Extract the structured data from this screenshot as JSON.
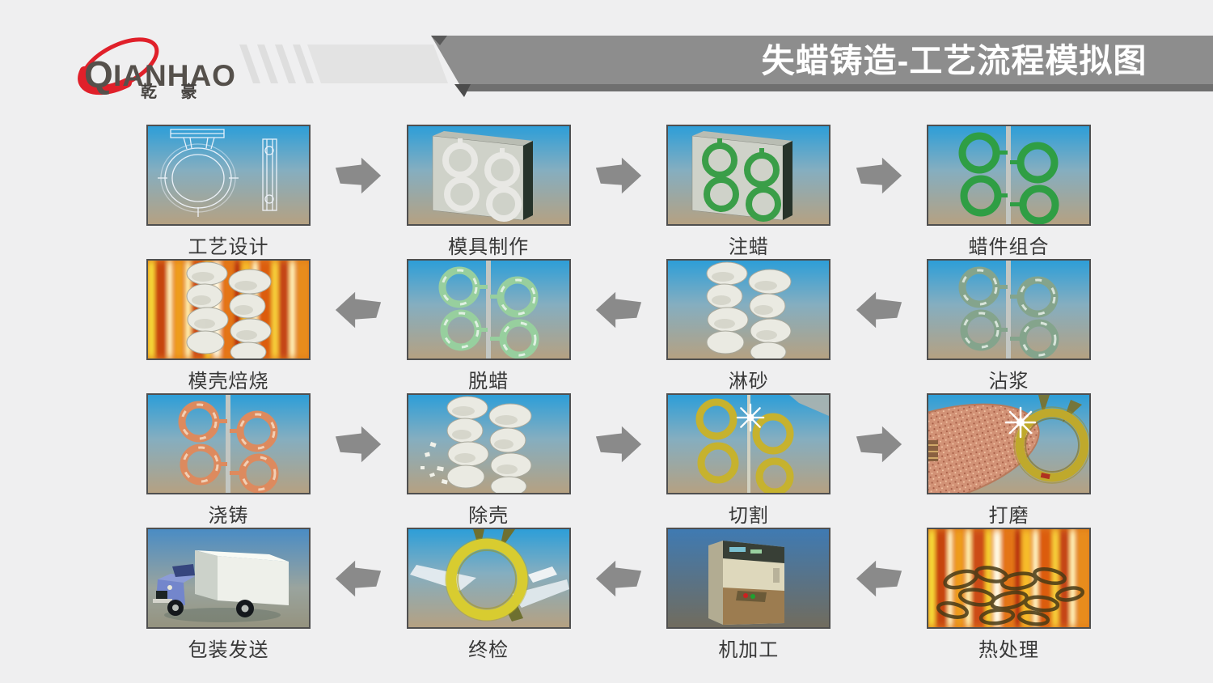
{
  "page": {
    "background_color": "#efeff0"
  },
  "logo": {
    "brand": "QIANHAO",
    "chinese": "乾 豪",
    "accent_color": "#e0202a",
    "text_color": "#55504b"
  },
  "header": {
    "title": "失蜡铸造-工艺流程模拟图",
    "bar_color": "#8d8d8d",
    "bar_shadow_color": "#6f6f6f",
    "title_color": "#ffffff"
  },
  "flow": {
    "arrow_color": "#8a8a8a",
    "steps": [
      {
        "label": "工艺设计",
        "icon": "cad-wireframe"
      },
      {
        "label": "模具制作",
        "icon": "mold-plate"
      },
      {
        "label": "注蜡",
        "icon": "wax-injected-mold"
      },
      {
        "label": "蜡件组合",
        "icon": "wax-tree"
      },
      {
        "label": "沾浆",
        "icon": "slurry-coated-tree"
      },
      {
        "label": "淋砂",
        "icon": "sand-coated-tree"
      },
      {
        "label": "脱蜡",
        "icon": "dewaxed-tree"
      },
      {
        "label": "模壳焙烧",
        "icon": "shell-firing"
      },
      {
        "label": "浇铸",
        "icon": "pouring-tree"
      },
      {
        "label": "除壳",
        "icon": "shell-removal"
      },
      {
        "label": "切割",
        "icon": "cutting"
      },
      {
        "label": "打磨",
        "icon": "grinding"
      },
      {
        "label": "热处理",
        "icon": "heat-treatment"
      },
      {
        "label": "机加工",
        "icon": "machining"
      },
      {
        "label": "终检",
        "icon": "final-inspection"
      },
      {
        "label": "包装发送",
        "icon": "packing-shipping"
      }
    ],
    "rows": [
      {
        "direction": "right",
        "step_indices": [
          0,
          1,
          2,
          3
        ]
      },
      {
        "direction": "left",
        "step_indices": [
          7,
          6,
          5,
          4
        ]
      },
      {
        "direction": "right",
        "step_indices": [
          8,
          9,
          10,
          11
        ]
      },
      {
        "direction": "left",
        "step_indices": [
          15,
          14,
          13,
          12
        ]
      }
    ]
  }
}
